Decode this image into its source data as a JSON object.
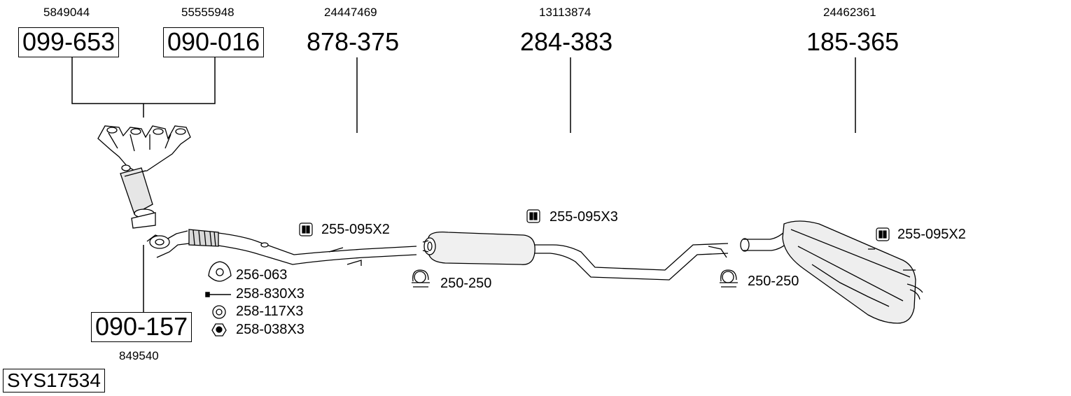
{
  "system_code": "SYS17534",
  "parts": [
    {
      "part_no": "099-653",
      "oem": "5849044"
    },
    {
      "part_no": "090-016",
      "oem": "55555948"
    },
    {
      "part_no": "878-375",
      "oem": "24447469"
    },
    {
      "part_no": "284-383",
      "oem": "13113874"
    },
    {
      "part_no": "185-365",
      "oem": "24462361"
    },
    {
      "part_no": "090-157",
      "oem": "849540"
    }
  ],
  "accessories": [
    {
      "label": "255-095X2",
      "icon": "rubber-hanger-icon"
    },
    {
      "label": "255-095X3",
      "icon": "rubber-hanger-icon"
    },
    {
      "label": "255-095X2",
      "icon": "rubber-hanger-icon"
    },
    {
      "label": "250-250",
      "icon": "clamp-icon"
    },
    {
      "label": "250-250",
      "icon": "clamp-icon"
    },
    {
      "label": "256-063",
      "icon": "gasket-icon"
    },
    {
      "label": "258-830X3",
      "icon": "bolt-icon"
    },
    {
      "label": "258-117X3",
      "icon": "washer-icon"
    },
    {
      "label": "258-038X3",
      "icon": "nut-icon"
    }
  ]
}
